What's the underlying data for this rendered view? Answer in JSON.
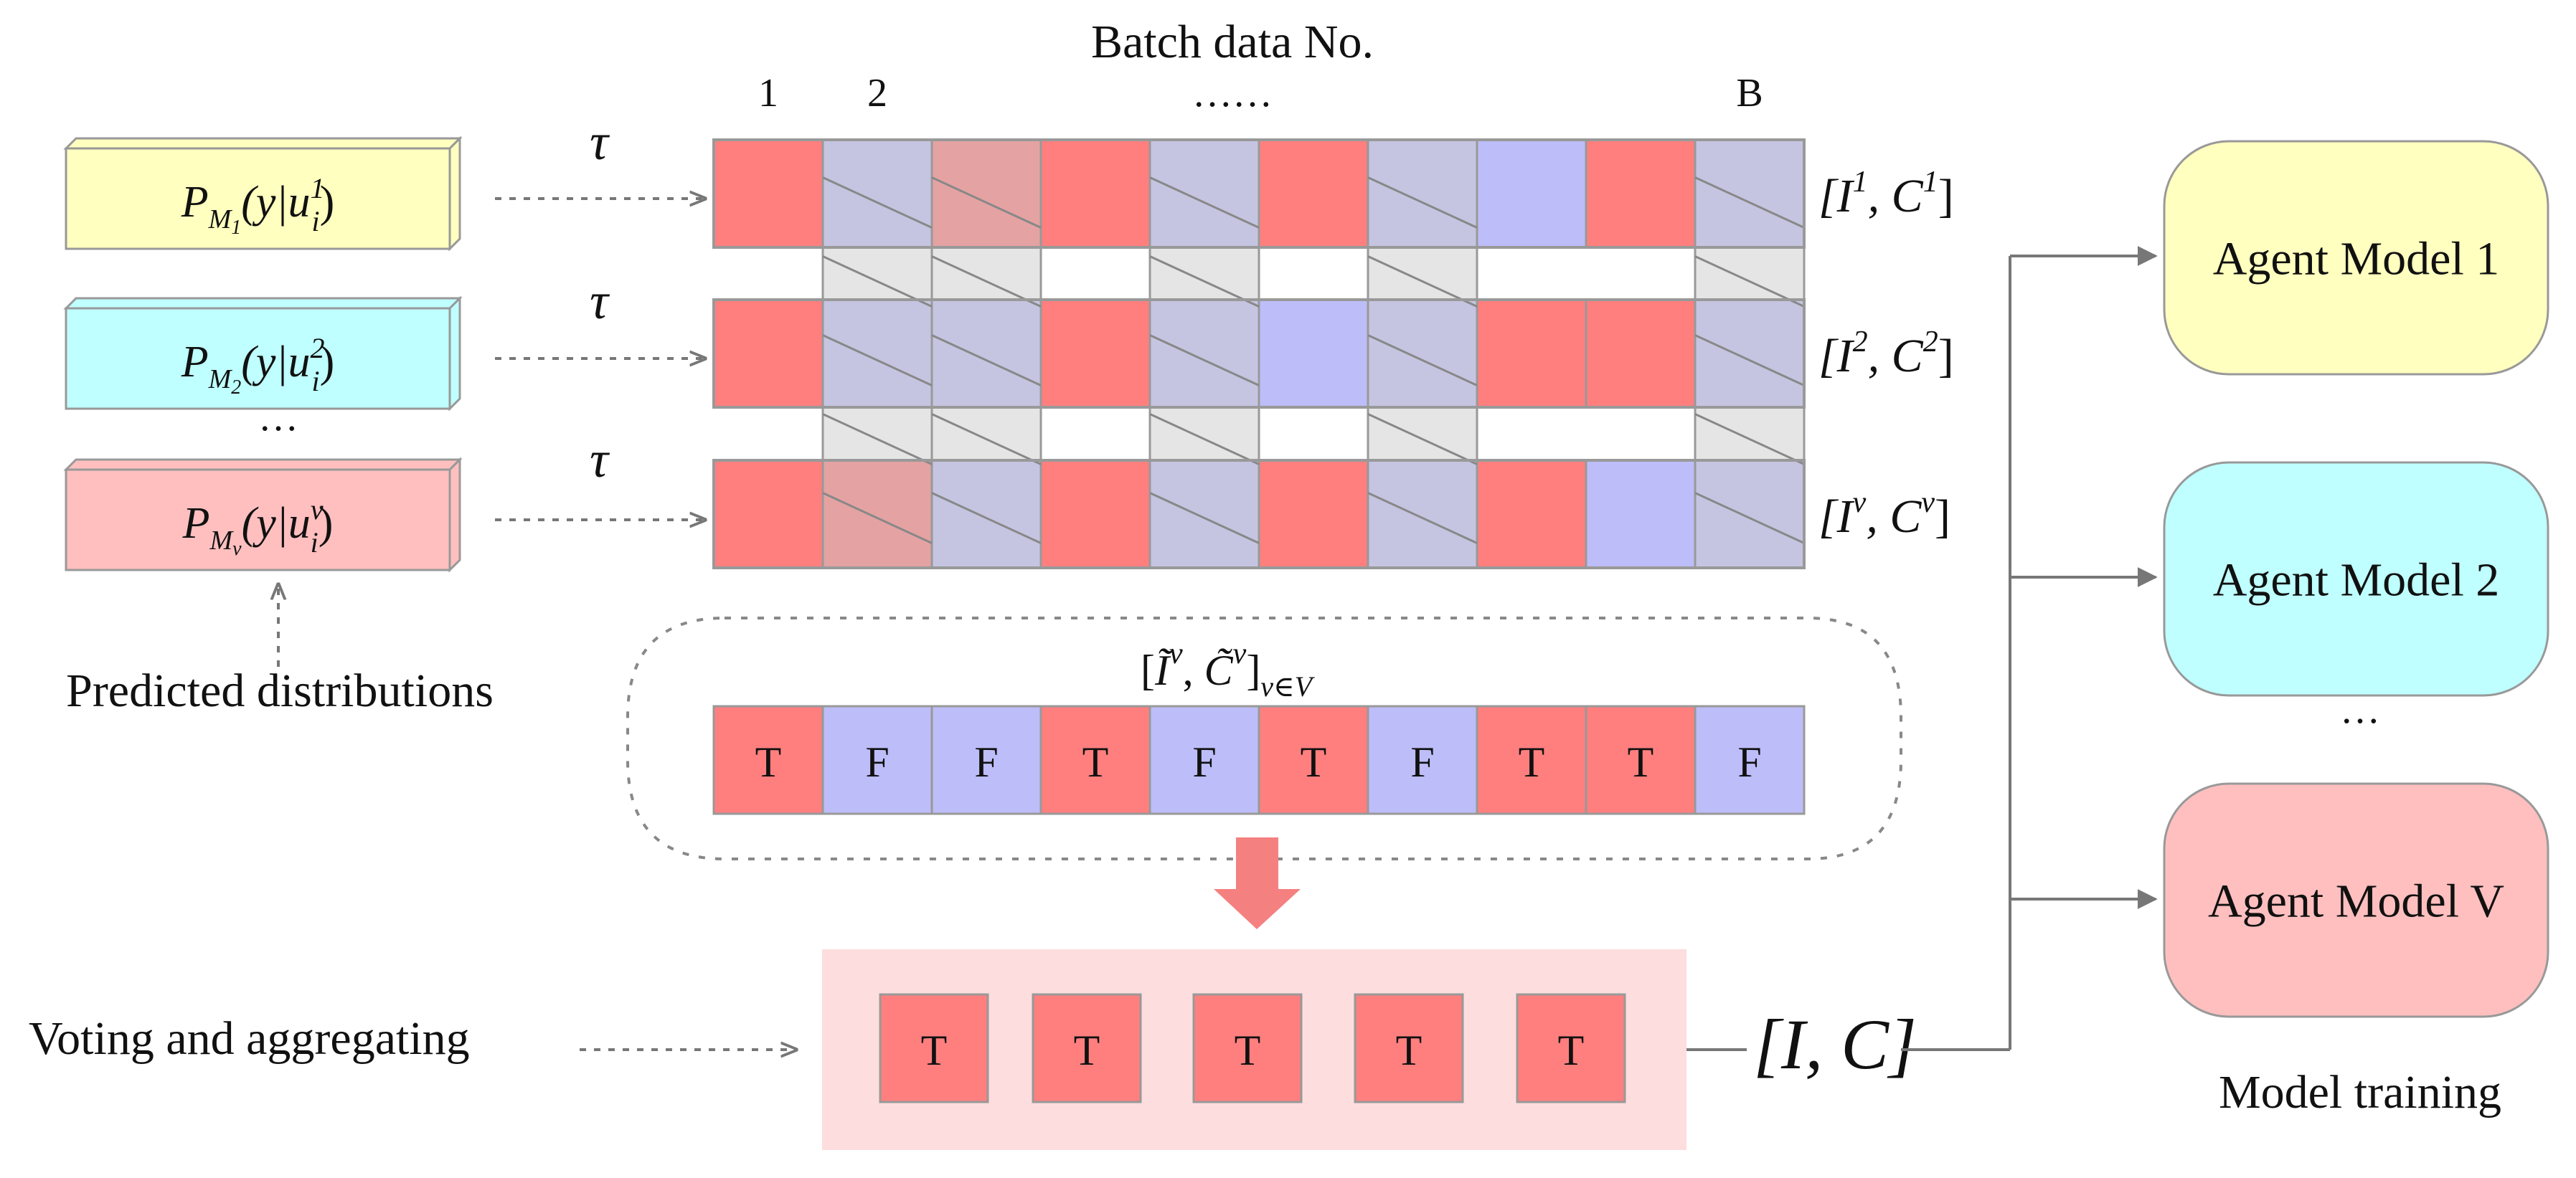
{
  "colors": {
    "red": "#FF7F7F",
    "red_faded": "#E5A2A2",
    "purple": "#BDBDF9",
    "purple_faded": "#C5C5E2",
    "gray_fill": "#E5E5E5",
    "yellow": "#FFFFBF",
    "cyan": "#BFFFFF",
    "pink": "#FFBFBF",
    "vote_bg": "#FDDDDD",
    "arrow_red": "#F58080",
    "line_gray": "#777777",
    "stroke_gray": "#999999"
  },
  "header": {
    "title": "Batch data No.",
    "col_labels": [
      "1",
      "2",
      "……",
      "B"
    ]
  },
  "distributions": [
    {
      "prefix": "P",
      "model_sub": "M",
      "model_idx": "1",
      "args": "(y|u",
      "arg_sub": "i",
      "arg_sup": "1",
      "close": ")",
      "color": "yellow"
    },
    {
      "prefix": "P",
      "model_sub": "M",
      "model_idx": "2",
      "args": "(y|u",
      "arg_sub": "i",
      "arg_sup": "2",
      "close": ")",
      "color": "cyan"
    },
    {
      "prefix": "P",
      "model_sub": "M",
      "model_idx": "v",
      "args": "(y|u",
      "arg_sub": "i",
      "arg_sup": "v",
      "close": ")",
      "color": "pink"
    }
  ],
  "dist_ellipsis": "…",
  "tau": "τ",
  "predicted_label": "Predicted distributions",
  "rows": [
    {
      "label_open": "[I",
      "label_sup1": "1",
      "label_mid": ", C",
      "label_sup2": "1",
      "label_close": "]",
      "cells": [
        "red",
        "purple_faded",
        "red_faded",
        "red",
        "purple_faded",
        "red",
        "purple_faded",
        "purple",
        "red",
        "purple_faded"
      ]
    },
    {
      "label_open": "[I",
      "label_sup1": "2",
      "label_mid": ", C",
      "label_sup2": "2",
      "label_close": "]",
      "cells": [
        "red",
        "purple_faded",
        "purple_faded",
        "red",
        "purple_faded",
        "purple",
        "purple_faded",
        "red",
        "red",
        "purple_faded"
      ]
    },
    {
      "label_open": "[I",
      "label_sup1": "v",
      "label_mid": ", C",
      "label_sup2": "v",
      "label_close": "]",
      "cells": [
        "red",
        "red_faded",
        "purple_faded",
        "red",
        "purple_faded",
        "red",
        "purple_faded",
        "red",
        "purple",
        "purple_faded"
      ]
    }
  ],
  "hatched_columns": [
    1,
    2,
    4,
    6,
    9
  ],
  "gap_filled_columns": [
    1,
    2,
    4,
    6,
    9
  ],
  "aggregate": {
    "label_open": "[",
    "i_tilde": "Ĩ",
    "sup1": "v",
    "comma": ", ",
    "c_tilde": "C̃",
    "sup2": "v",
    "close": "]",
    "subscript": "v∈V",
    "cells": [
      "T",
      "F",
      "F",
      "T",
      "F",
      "T",
      "F",
      "T",
      "T",
      "F"
    ]
  },
  "voting": {
    "label": "Voting and aggregating",
    "cells": [
      "T",
      "T",
      "T",
      "T",
      "T"
    ],
    "output": "[I, C]"
  },
  "agents": [
    {
      "label": "Agent Model 1",
      "color": "yellow"
    },
    {
      "label": "Agent Model 2",
      "color": "cyan"
    },
    {
      "label": "Agent Model V",
      "color": "pink"
    }
  ],
  "agents_ellipsis": "…",
  "training_label": "Model training"
}
